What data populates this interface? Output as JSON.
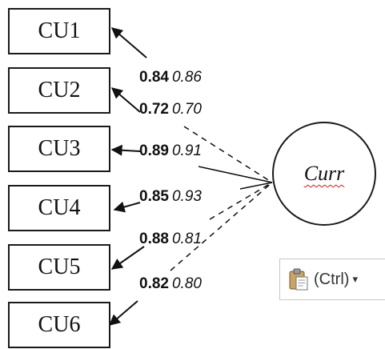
{
  "indicators": [
    {
      "label": "CU1",
      "std": "0.84",
      "unstd": "0.86"
    },
    {
      "label": "CU2",
      "std": "0.72",
      "unstd": "0.70"
    },
    {
      "label": "CU3",
      "std": "0.89",
      "unstd": "0.91"
    },
    {
      "label": "CU4",
      "std": "0.85",
      "unstd": "0.93"
    },
    {
      "label": "CU5",
      "std": "0.88",
      "unstd": "0.81"
    },
    {
      "label": "CU6",
      "std": "0.82",
      "unstd": "0.80"
    }
  ],
  "latent": {
    "label": "Curr"
  },
  "paste_options": {
    "label": "(Ctrl)",
    "icon": "clipboard-icon"
  }
}
